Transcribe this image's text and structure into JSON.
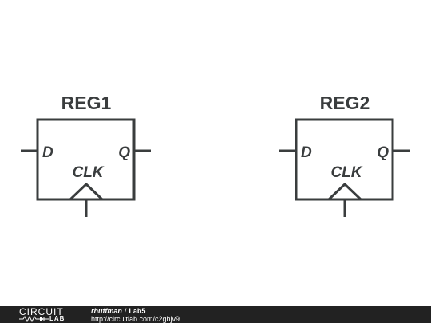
{
  "registers": [
    {
      "name": "REG1",
      "d_pin": "D",
      "q_pin": "Q",
      "clk_pin": "CLK"
    },
    {
      "name": "REG2",
      "d_pin": "D",
      "q_pin": "Q",
      "clk_pin": "CLK"
    }
  ],
  "footer": {
    "logo_top": "CIRCUIT",
    "logo_bottom": "LAB",
    "author": "rhuffman",
    "separator": "/",
    "project": "Lab5",
    "url": "http://circuitlab.com/c2ghjv9"
  },
  "colors": {
    "stroke": "#3a3d3e",
    "footer_bg": "#222222",
    "footer_text": "#ffffff"
  }
}
